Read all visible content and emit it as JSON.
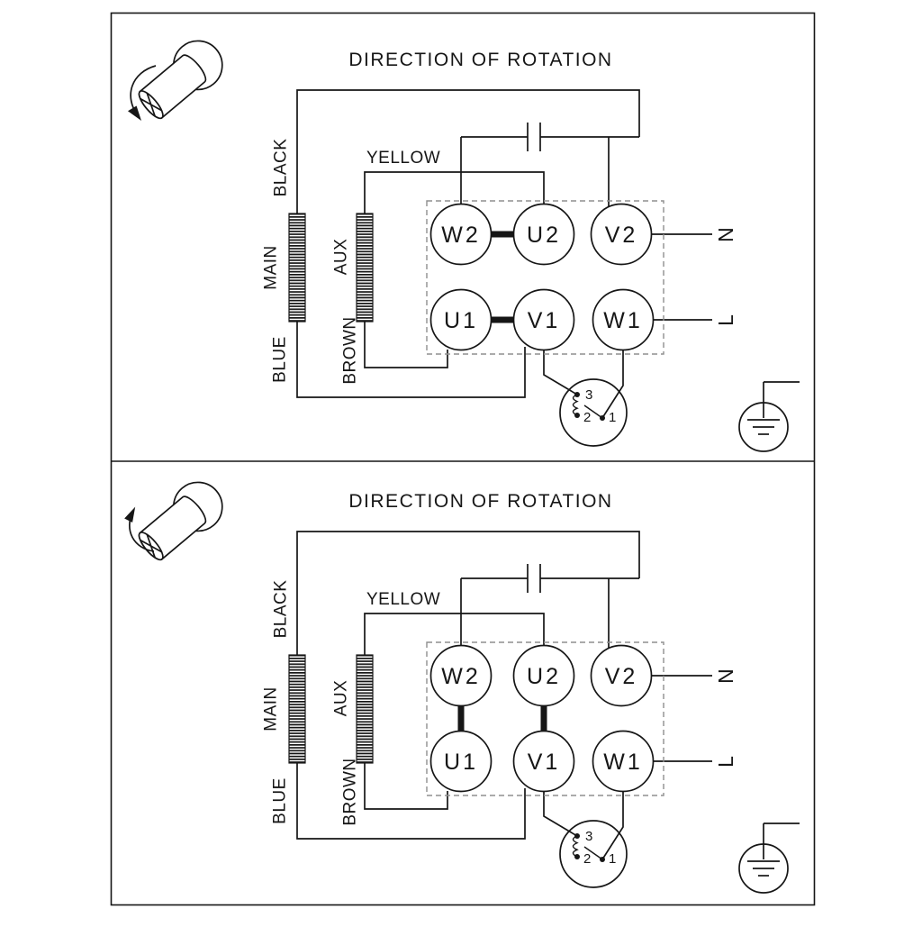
{
  "diagram": {
    "background": "#ffffff",
    "line_color": "#161616",
    "dashed_box_color": "#8f8f8f"
  },
  "panels": [
    {
      "title": "DIRECTION OF ROTATION",
      "rotation_arrow": "counterclockwise",
      "labels": {
        "black": "BLACK",
        "yellow": "YELLOW",
        "main": "MAIN",
        "aux": "AUX",
        "brown": "BROWN",
        "blue": "BLUE",
        "neutral": "N",
        "line": "L"
      },
      "terminals": {
        "top_row": [
          "W2",
          "U2",
          "V2"
        ],
        "bottom_row": [
          "U1",
          "V1",
          "W1"
        ]
      },
      "bridge_links": [
        "W2-U2",
        "U1-V1"
      ],
      "thermal_contacts": [
        "3",
        "2",
        "1"
      ]
    },
    {
      "title": "DIRECTION OF ROTATION",
      "rotation_arrow": "clockwise",
      "labels": {
        "black": "BLACK",
        "yellow": "YELLOW",
        "main": "MAIN",
        "aux": "AUX",
        "brown": "BROWN",
        "blue": "BLUE",
        "neutral": "N",
        "line": "L"
      },
      "terminals": {
        "top_row": [
          "W2",
          "U2",
          "V2"
        ],
        "bottom_row": [
          "U1",
          "V1",
          "W1"
        ]
      },
      "bridge_links": [
        "W2-U1",
        "U2-V1"
      ],
      "thermal_contacts": [
        "3",
        "2",
        "1"
      ]
    }
  ]
}
